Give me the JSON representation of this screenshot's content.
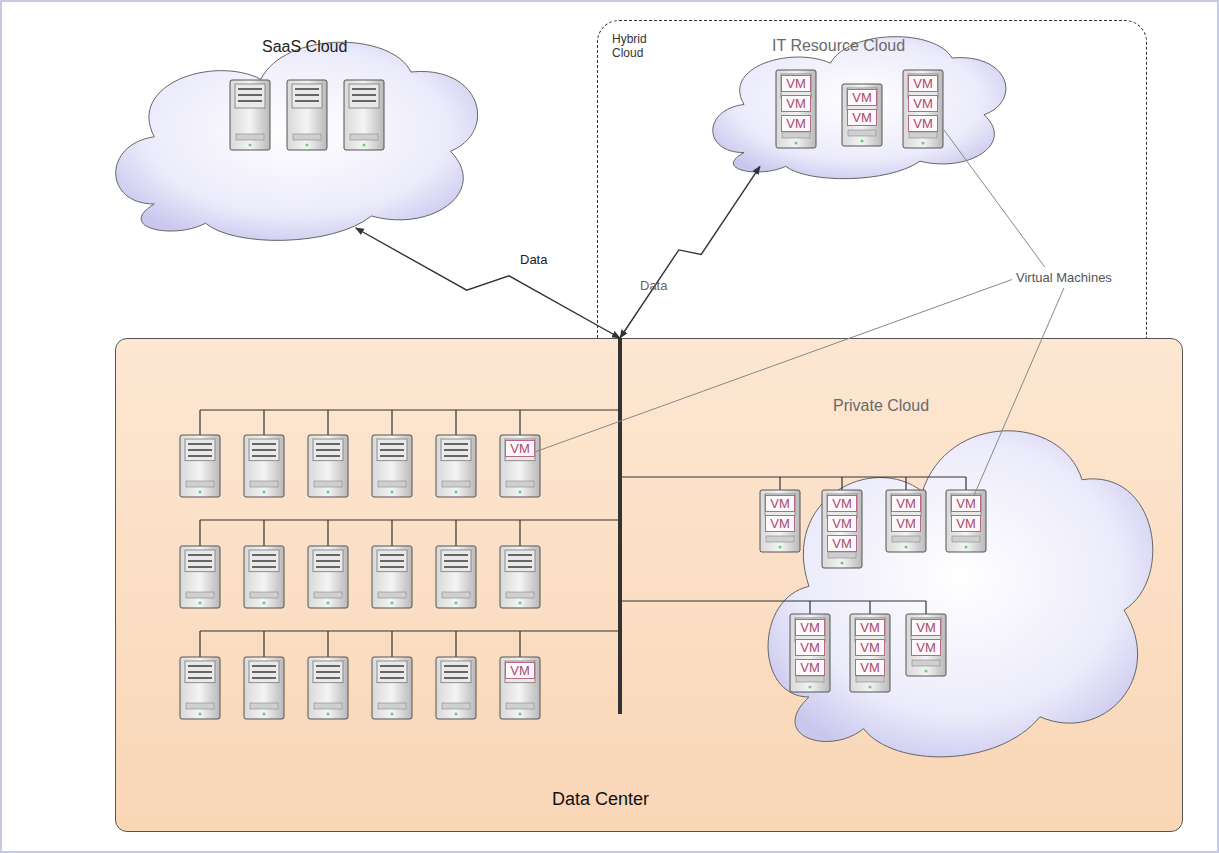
{
  "diagram": {
    "nodes": [
      {
        "text": [
          "SaaS Cloud"
        ]
      },
      {
        "text": [
          "Hybrid Cloud"
        ]
      },
      {
        "text": [
          "IT Resource Cloud"
        ],
        "in": 1
      },
      {
        "text": [
          "Data Center"
        ]
      },
      {
        "text": [
          "Private Cloud"
        ],
        "in": 3
      }
    ],
    "edges": [
      {
        "from": 3,
        "to": 0,
        "label": "Data",
        "arrow": "both"
      },
      {
        "from": 3,
        "to": 2,
        "label": "Data",
        "arrow": "both"
      }
    ],
    "labels": [
      "Virtual Machines",
      "VM",
      "VM",
      "VM",
      "VM",
      "VM",
      "VM",
      "VM",
      "VM",
      "VM",
      "VM",
      "VM",
      "VM",
      "VM",
      "VM",
      "VM",
      "VM",
      "VM",
      "VM",
      "VM",
      "VM",
      "VM",
      "VM",
      "VM",
      "VM",
      "VM",
      "VM",
      "VM"
    ]
  }
}
